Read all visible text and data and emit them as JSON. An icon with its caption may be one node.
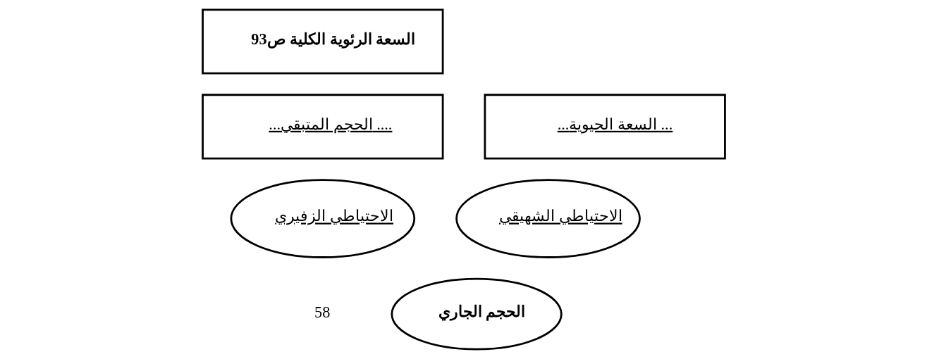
{
  "diagram": {
    "nodes": [
      {
        "text": [
          "السعة الرئوية الكلية ص93"
        ]
      },
      {
        "text": [
          "...الحجم المتبقي ...."
        ]
      },
      {
        "text": [
          "...السعة الحيوية ..."
        ]
      },
      {
        "text": [
          "الاحتياطي الزفيري"
        ]
      },
      {
        "text": [
          "الاحتياطي الشهيقي"
        ]
      },
      {
        "text": [
          "الحجم الجاري"
        ]
      }
    ],
    "edges": [],
    "labels": [
      "58"
    ]
  }
}
